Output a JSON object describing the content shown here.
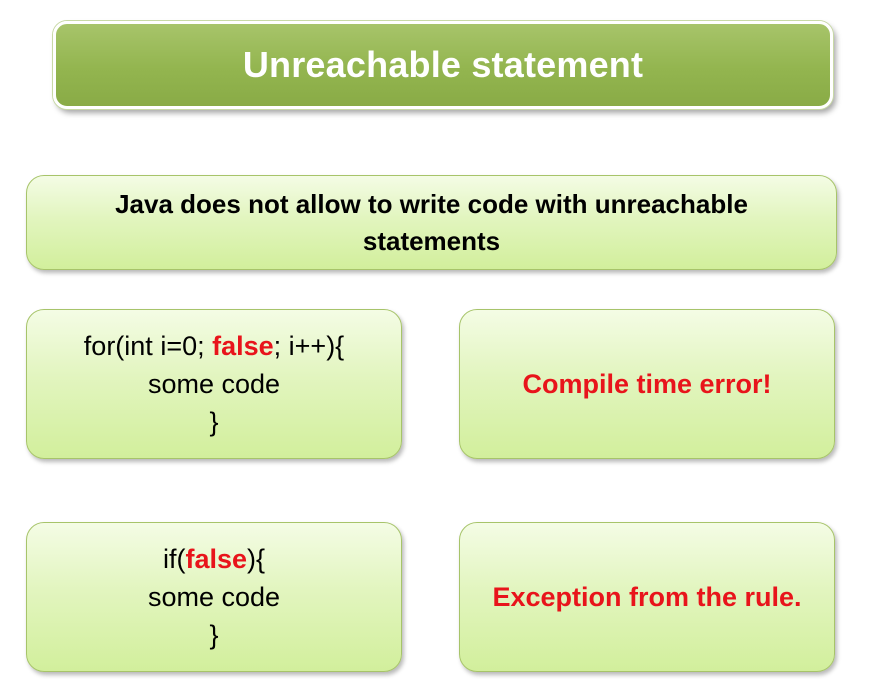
{
  "title": "Unreachable statement",
  "rule": "Java does not allow to write code with unreachable statements",
  "examples": [
    {
      "code": {
        "line1_before": "for(int i=0; ",
        "line1_keyword": "false",
        "line1_after": "; i++){",
        "line2": "some code",
        "line3": "}"
      },
      "result": "Compile time error!"
    },
    {
      "code": {
        "line1_before": "if(",
        "line1_keyword": "false",
        "line1_after": "){",
        "line2": "some code",
        "line3": "}"
      },
      "result": "Exception from the rule."
    }
  ],
  "colors": {
    "title_background": "#93b54f",
    "box_background": "#e2f5bf",
    "keyword": "#e8141b",
    "result_text": "#e8141b"
  }
}
